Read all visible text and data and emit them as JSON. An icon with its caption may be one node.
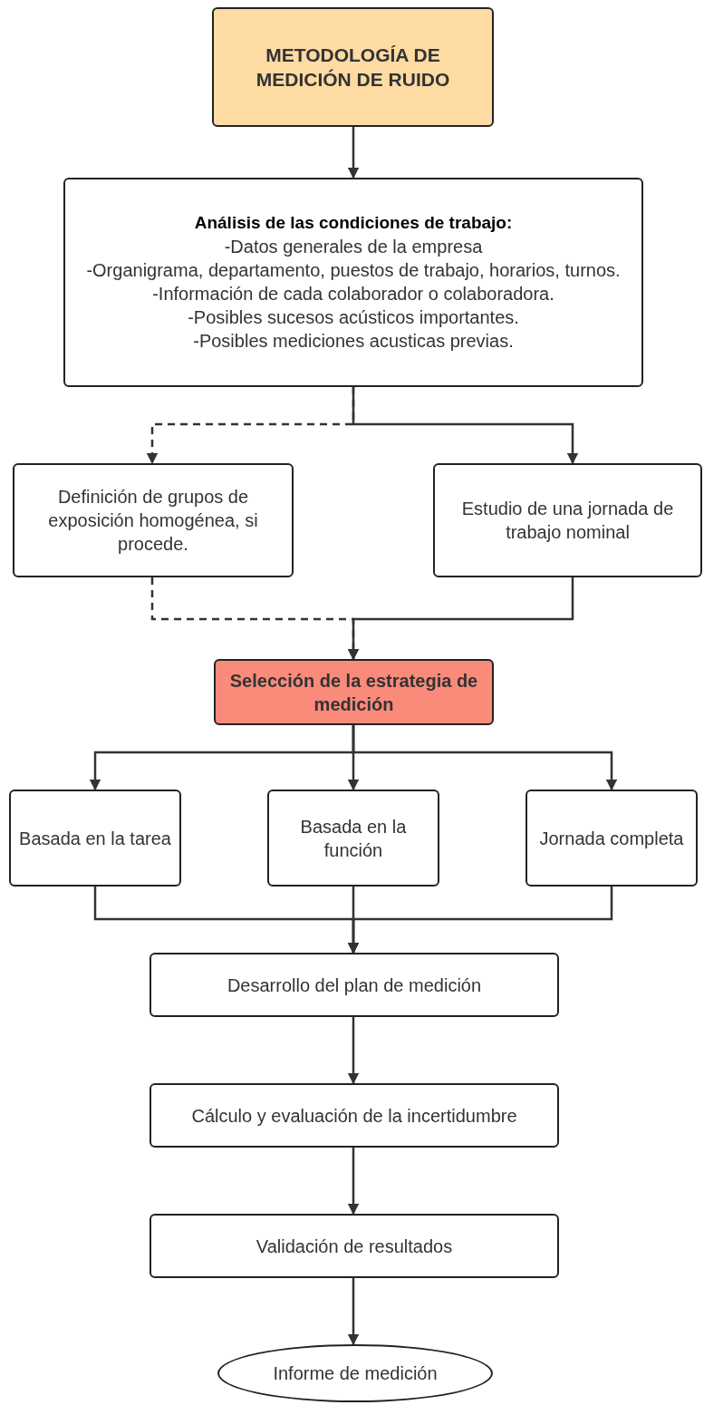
{
  "diagram": {
    "nodes": [
      {
        "text": [
          "METODOLOGÍA DE MEDICIÓN DE RUIDO"
        ]
      },
      {
        "text": [
          "Análisis de las condiciones de trabajo:",
          "-Datos generales de la empresa",
          "-Organigrama, departamento, puestos de trabajo, horarios, turnos.",
          "-Información de cada colaborador o colaboradora.",
          "-Posibles sucesos acústicos importantes.",
          "-Posibles mediciones acusticas previas."
        ]
      },
      {
        "text": [
          "Definición de grupos de exposición homogénea, si procede."
        ]
      },
      {
        "text": [
          "Estudio de una jornada de trabajo nominal"
        ]
      },
      {
        "text": [
          "Selección de la estrategia de medición"
        ]
      },
      {
        "text": [
          "Basada en la tarea"
        ]
      },
      {
        "text": [
          "Basada en la función"
        ]
      },
      {
        "text": [
          "Jornada completa"
        ]
      },
      {
        "text": [
          "Desarrollo del plan de medición"
        ]
      },
      {
        "text": [
          "Cálculo y evaluación de la incertidumbre"
        ]
      },
      {
        "text": [
          "Validación de resultados"
        ]
      },
      {
        "text": [
          "Informe de medición"
        ]
      }
    ],
    "edges": [
      {
        "from": 0,
        "to": 1,
        "arrow": "to"
      },
      {
        "from": 1,
        "to": 2,
        "arrow": "to",
        "style": "dashed"
      },
      {
        "from": 1,
        "to": 3,
        "arrow": "to"
      },
      {
        "from": 2,
        "to": 4,
        "arrow": "to",
        "style": "dashed"
      },
      {
        "from": 3,
        "to": 4,
        "arrow": "to"
      },
      {
        "from": 4,
        "to": 5,
        "arrow": "to"
      },
      {
        "from": 4,
        "to": 6,
        "arrow": "to"
      },
      {
        "from": 4,
        "to": 7,
        "arrow": "to"
      },
      {
        "from": 5,
        "to": 8,
        "arrow": "to"
      },
      {
        "from": 6,
        "to": 8,
        "arrow": "to"
      },
      {
        "from": 7,
        "to": 8,
        "arrow": "to"
      },
      {
        "from": 8,
        "to": 9,
        "arrow": "to"
      },
      {
        "from": 9,
        "to": 10,
        "arrow": "to"
      },
      {
        "from": 10,
        "to": 11,
        "arrow": "to"
      }
    ]
  }
}
